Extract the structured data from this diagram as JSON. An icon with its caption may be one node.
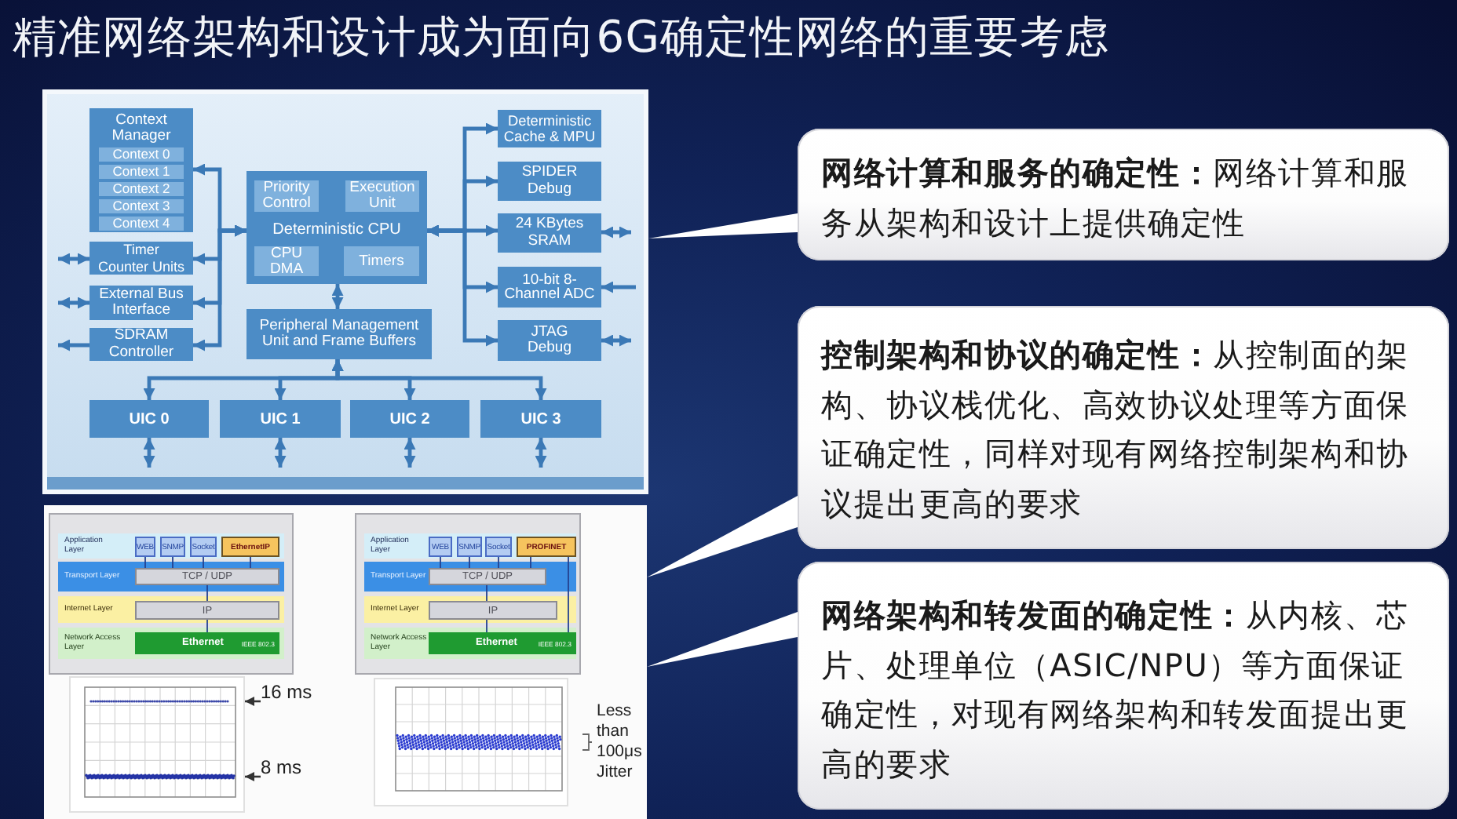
{
  "diagram": {
    "title": "精准网络架构和设计成为面向6G确定性网络的重要考虑",
    "nodes": [
      {
        "text": [],
        "shape": "box"
      },
      {
        "text": [
          "Context Manager"
        ],
        "in": 0
      },
      {
        "text": [
          "Context 0"
        ],
        "in": 1
      },
      {
        "text": [
          "Context 1"
        ],
        "in": 1
      },
      {
        "text": [
          "Context 2"
        ],
        "in": 1
      },
      {
        "text": [
          "Context 3"
        ],
        "in": 1
      },
      {
        "text": [
          "Context 4"
        ],
        "in": 1
      },
      {
        "text": [
          "Timer Counter Units"
        ],
        "in": 0
      },
      {
        "text": [
          "External Bus Interface"
        ],
        "in": 0
      },
      {
        "text": [
          "SDRAM Controller"
        ],
        "in": 0
      },
      {
        "text": [
          "Deterministic CPU"
        ],
        "in": 0
      },
      {
        "text": [
          "Priority Control"
        ],
        "in": 10
      },
      {
        "text": [
          "Execution Unit"
        ],
        "in": 10
      },
      {
        "text": [
          "CPU DMA"
        ],
        "in": 10
      },
      {
        "text": [
          "Timers"
        ],
        "in": 10
      },
      {
        "text": [
          "Peripheral Management Unit and Frame Buffers"
        ],
        "in": 0
      },
      {
        "text": [
          "Deterministic Cache & MPU"
        ],
        "in": 0
      },
      {
        "text": [
          "SPIDER Debug"
        ],
        "in": 0
      },
      {
        "text": [
          "24 KBytes SRAM"
        ],
        "in": 0
      },
      {
        "text": [
          "10-bit 8-Channel ADC"
        ],
        "in": 0
      },
      {
        "text": [
          "JTAG Debug"
        ],
        "in": 0
      },
      {
        "text": [
          "UIC 0"
        ],
        "in": 0
      },
      {
        "text": [
          "UIC 1"
        ],
        "in": 0
      },
      {
        "text": [
          "UIC 2"
        ],
        "in": 0
      },
      {
        "text": [
          "UIC 3"
        ],
        "in": 0
      },
      {
        "text": [],
        "shape": "box"
      },
      {
        "text": [],
        "shape": "box",
        "in": 25
      },
      {
        "text": [
          "Application Layer"
        ],
        "in": 26
      },
      {
        "text": [
          "WEB"
        ],
        "in": 27
      },
      {
        "text": [
          "SNMP"
        ],
        "in": 27
      },
      {
        "text": [
          "Socket"
        ],
        "in": 27
      },
      {
        "text": [
          "EthernetIP"
        ],
        "in": 27
      },
      {
        "text": [
          "Transport Layer"
        ],
        "in": 26
      },
      {
        "text": [
          "TCP / UDP"
        ],
        "in": 32
      },
      {
        "text": [
          "Internet Layer"
        ],
        "in": 26
      },
      {
        "text": [
          "IP"
        ],
        "in": 34
      },
      {
        "text": [
          "Network Access Layer"
        ],
        "in": 26
      },
      {
        "text": [
          "Ethernet",
          "IEEE 802.3"
        ],
        "in": 36
      },
      {
        "text": [],
        "shape": "picture",
        "in": 25
      },
      {
        "text": [
          "16 ms"
        ],
        "in": 25
      },
      {
        "text": [
          "8 ms"
        ],
        "in": 25
      },
      {
        "text": [],
        "shape": "box",
        "in": 25
      },
      {
        "text": [
          "Application Layer"
        ],
        "in": 41
      },
      {
        "text": [
          "WEB"
        ],
        "in": 42
      },
      {
        "text": [
          "SNMP"
        ],
        "in": 42
      },
      {
        "text": [
          "Socket"
        ],
        "in": 42
      },
      {
        "text": [
          "PROFINET"
        ],
        "in": 42
      },
      {
        "text": [
          "Transport Layer"
        ],
        "in": 41
      },
      {
        "text": [
          "TCP / UDP"
        ],
        "in": 47
      },
      {
        "text": [
          "Internet Layer"
        ],
        "in": 41
      },
      {
        "text": [
          "IP"
        ],
        "in": 49
      },
      {
        "text": [
          "Network Access Layer"
        ],
        "in": 41
      },
      {
        "text": [
          "Ethernet",
          "IEEE 802.3"
        ],
        "in": 51
      },
      {
        "text": [],
        "shape": "picture",
        "in": 25
      },
      {
        "text": [
          "**网络计算和服务的确定性：**网络计算和服务从架构和设计上提供确定性"
        ]
      },
      {
        "text": [
          "**控制架构和协议的确定性：**从控制面的架构、协议栈优化、高效协议处理等方面保证确定性，同样对现有网络控制架构和协议提出更高的要求"
        ]
      },
      {
        "text": [
          "**网络架构和转发面的确定性：**从内核、芯片、处理单位（ASIC/NPU）等方面保证确定性，对现有网络架构和转发面提出更高的要求"
        ]
      }
    ],
    "edges": [
      {
        "from": 10,
        "to": 1,
        "arrow": "both"
      },
      {
        "from": 10,
        "to": 7,
        "arrow": "both"
      },
      {
        "from": 10,
        "to": 8,
        "arrow": "both"
      },
      {
        "from": 10,
        "to": 9,
        "arrow": "both"
      },
      {
        "from": 10,
        "to": 16,
        "arrow": "both"
      },
      {
        "from": 10,
        "to": 17,
        "arrow": "both"
      },
      {
        "from": 10,
        "to": 18,
        "arrow": "both"
      },
      {
        "from": 10,
        "to": 19,
        "arrow": "both"
      },
      {
        "from": 10,
        "to": 20,
        "arrow": "both"
      },
      {
        "from": 10,
        "to": 15,
        "arrow": "both"
      },
      {
        "from": 15,
        "to": 21,
        "arrow": "both"
      },
      {
        "from": 15,
        "to": 22,
        "arrow": "both"
      },
      {
        "from": 15,
        "to": 23,
        "arrow": "both"
      },
      {
        "from": 15,
        "to": 24,
        "arrow": "both"
      },
      {
        "from": 7,
        "to": null,
        "arrow": "both"
      },
      {
        "from": 8,
        "to": null,
        "arrow": "both"
      },
      {
        "from": 9,
        "to": null,
        "arrow": "to"
      },
      {
        "from": 18,
        "to": null,
        "arrow": "both"
      },
      {
        "from": null,
        "to": 19,
        "arrow": "to"
      },
      {
        "from": 20,
        "to": null,
        "arrow": "both"
      },
      {
        "from": 21,
        "to": null,
        "arrow": "both"
      },
      {
        "from": 22,
        "to": null,
        "arrow": "both"
      },
      {
        "from": 23,
        "to": null,
        "arrow": "both"
      },
      {
        "from": 24,
        "to": null,
        "arrow": "both"
      },
      {
        "from": 28,
        "to": 33,
        "arrow": "none",
        "color": "#24418f"
      },
      {
        "from": 29,
        "to": 33,
        "arrow": "none",
        "color": "#24418f"
      },
      {
        "from": 30,
        "to": 33,
        "arrow": "none",
        "color": "#24418f"
      },
      {
        "from": 31,
        "to": 33,
        "arrow": "none",
        "color": "#24418f"
      },
      {
        "from": 33,
        "to": 35,
        "arrow": "none",
        "color": "#24418f"
      },
      {
        "from": 35,
        "to": 37,
        "arrow": "none",
        "color": "#24418f"
      },
      {
        "from": 43,
        "to": 48,
        "arrow": "none",
        "color": "#24418f"
      },
      {
        "from": 44,
        "to": 48,
        "arrow": "none",
        "color": "#24418f"
      },
      {
        "from": 45,
        "to": 48,
        "arrow": "none",
        "color": "#24418f"
      },
      {
        "from": 46,
        "to": 48,
        "arrow": "none",
        "color": "#24418f"
      },
      {
        "from": 46,
        "to": 52,
        "arrow": "none",
        "color": "#24418f"
      },
      {
        "from": 48,
        "to": 50,
        "arrow": "none",
        "color": "#24418f"
      },
      {
        "from": 50,
        "to": 52,
        "arrow": "none",
        "color": "#24418f"
      },
      {
        "from": 39,
        "to": 38,
        "arrow": "to",
        "color": "#333333"
      },
      {
        "from": 40,
        "to": 38,
        "arrow": "to",
        "color": "#333333"
      },
      {
        "from": 54,
        "to": 0,
        "arrow": "none",
        "color": "#ffffff"
      },
      {
        "from": 55,
        "to": 25,
        "arrow": "none",
        "color": "#ffffff"
      },
      {
        "from": 56,
        "to": 25,
        "arrow": "none",
        "color": "#ffffff"
      }
    ],
    "labels": [
      "Less than 100μs Jitter"
    ]
  }
}
